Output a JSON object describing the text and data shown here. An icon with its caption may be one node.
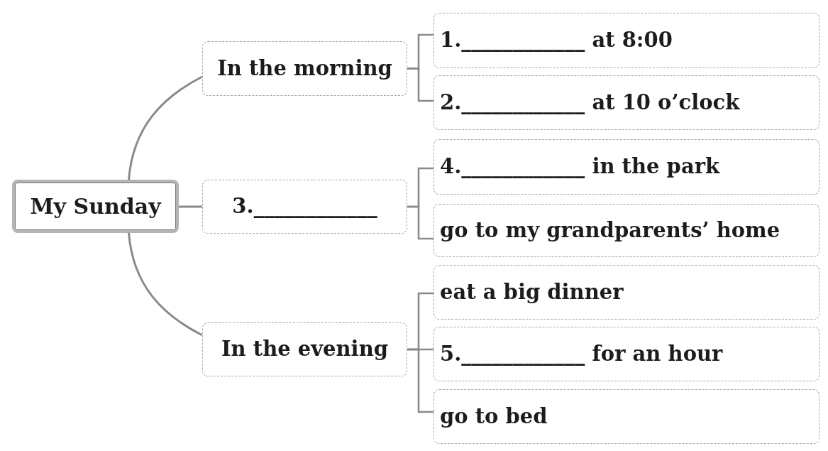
{
  "diagram": {
    "nodes": [
      {
        "text": [
          "My Sunday"
        ]
      },
      {
        "text": [
          "In the morning"
        ]
      },
      {
        "text": [
          "3.____________"
        ]
      },
      {
        "text": [
          "In the evening"
        ]
      },
      {
        "text": [
          "1.____________ at 8:00"
        ]
      },
      {
        "text": [
          "2.____________ at 10 o’clock"
        ]
      },
      {
        "text": [
          "4.____________ in the park"
        ]
      },
      {
        "text": [
          "go to my grandparents’ home"
        ]
      },
      {
        "text": [
          "eat a big dinner"
        ]
      },
      {
        "text": [
          "5.____________ for an hour"
        ]
      },
      {
        "text": [
          "go to bed"
        ]
      }
    ],
    "edges": [
      {
        "from": 0,
        "to": 1,
        "arrow": "none"
      },
      {
        "from": 0,
        "to": 2,
        "arrow": "none"
      },
      {
        "from": 0,
        "to": 3,
        "arrow": "none"
      },
      {
        "from": 1,
        "to": 4,
        "arrow": "none"
      },
      {
        "from": 1,
        "to": 5,
        "arrow": "none"
      },
      {
        "from": 2,
        "to": 6,
        "arrow": "none"
      },
      {
        "from": 2,
        "to": 7,
        "arrow": "none"
      },
      {
        "from": 3,
        "to": 8,
        "arrow": "none"
      },
      {
        "from": 3,
        "to": 9,
        "arrow": "none"
      },
      {
        "from": 3,
        "to": 10,
        "arrow": "none"
      }
    ]
  }
}
